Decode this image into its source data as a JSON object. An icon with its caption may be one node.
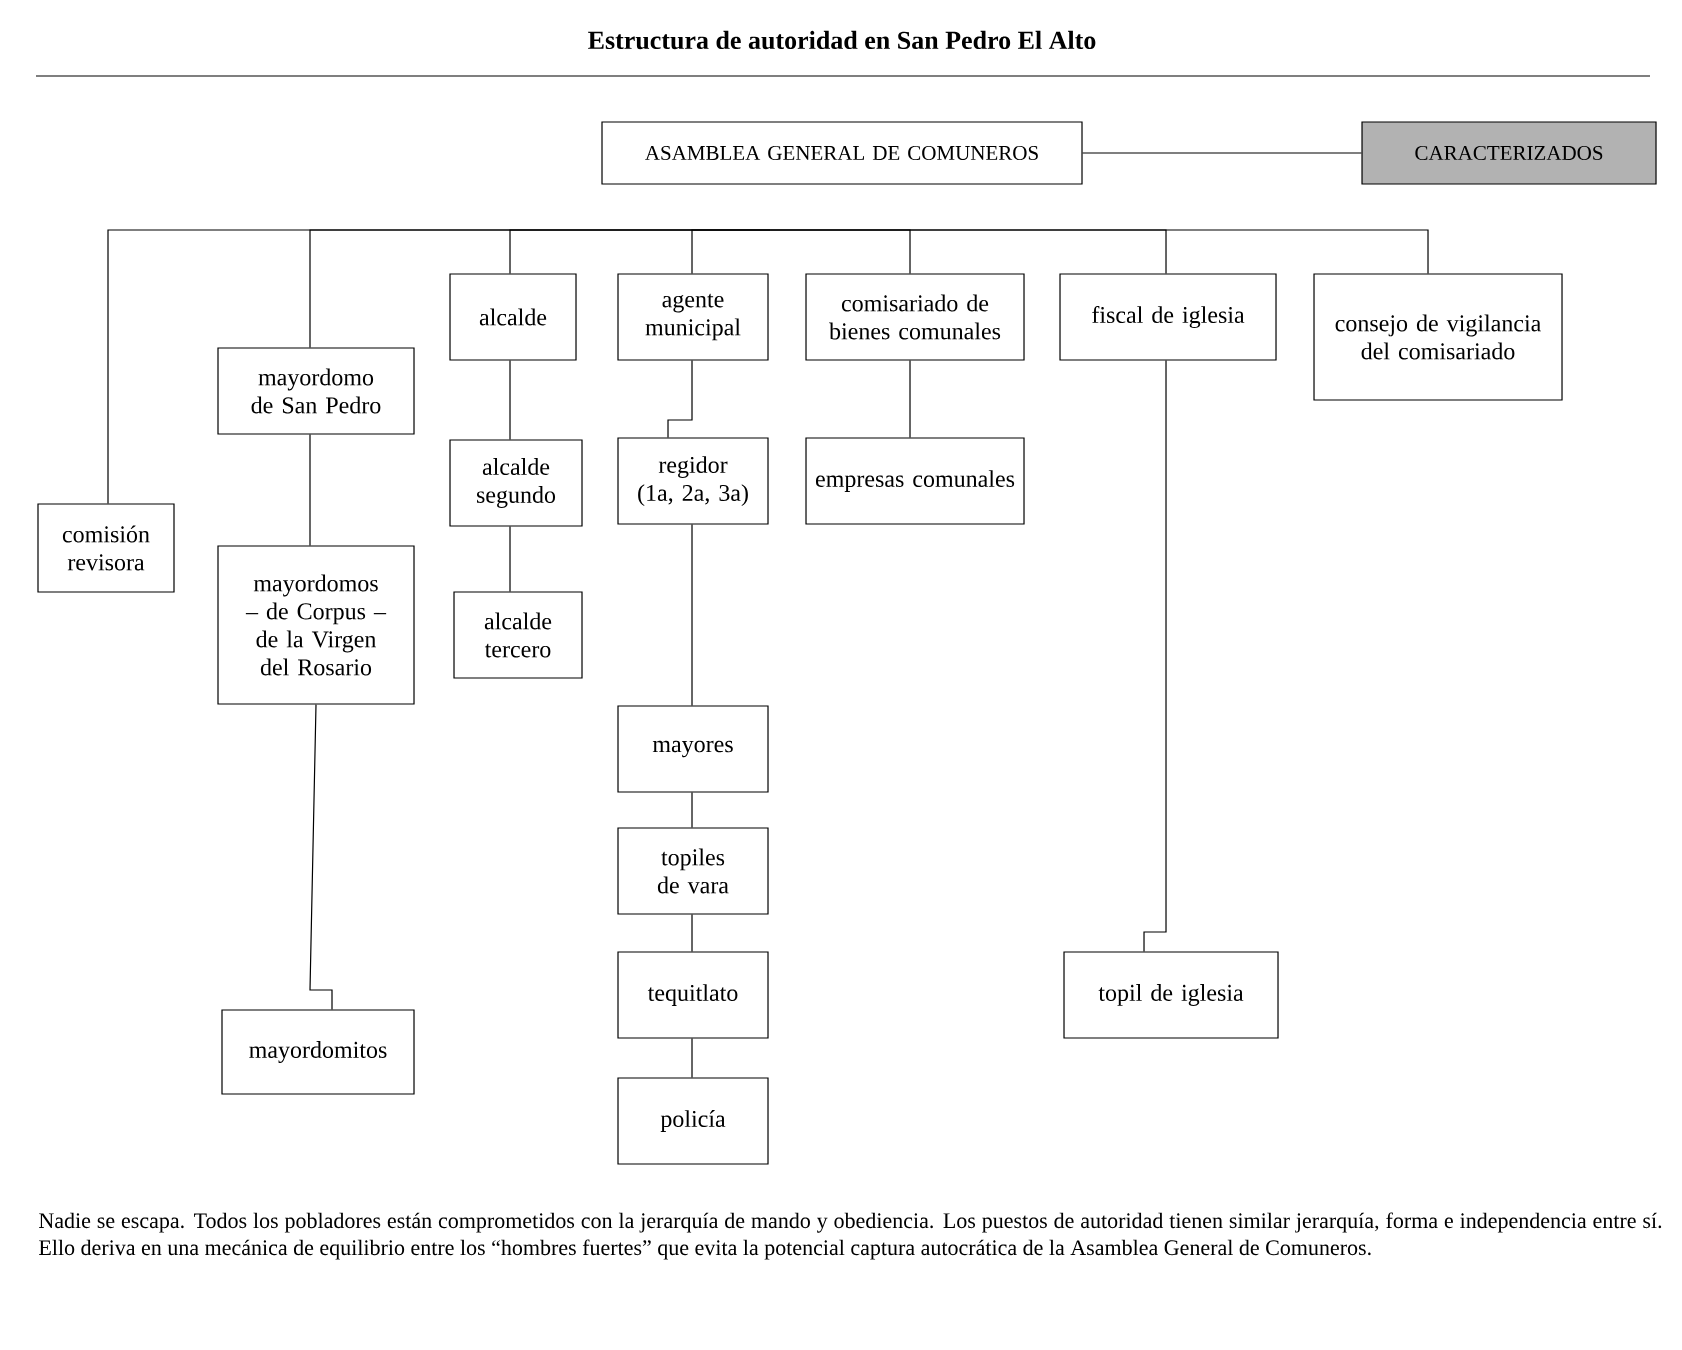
{
  "diagram": {
    "title": "Estructura de autoridad en San Pedro El Alto",
    "caption": "Nadie se escapa. Todos los pobladores están comprometidos con la jerarquía de mando y obediencia. Los puestos de autoridad tienen similar jerarquía, forma e independencia entre sí. Ello deriva en una mecánica de equilibrio entre los “hombres fuertes” que evita la potencial captura autocrática de la Asamblea General de Comuneros.",
    "nodes": [
      {
        "text": [
          "ASAMBLEA GENERAL DE COMUNEROS"
        ]
      },
      {
        "text": [
          "CARACTERIZADOS"
        ]
      },
      {
        "text": [
          "comisión revisora"
        ]
      },
      {
        "text": [
          "mayordomo de San Pedro"
        ]
      },
      {
        "text": [
          "mayordomos – de Corpus – de la Virgen del Rosario"
        ]
      },
      {
        "text": [
          "mayordomitos"
        ]
      },
      {
        "text": [
          "alcalde"
        ]
      },
      {
        "text": [
          "alcalde segundo"
        ]
      },
      {
        "text": [
          "alcalde tercero"
        ]
      },
      {
        "text": [
          "agente municipal"
        ]
      },
      {
        "text": [
          "regidor (1a, 2a, 3a)"
        ]
      },
      {
        "text": [
          "mayores"
        ]
      },
      {
        "text": [
          "topiles de vara"
        ]
      },
      {
        "text": [
          "tequitlato"
        ]
      },
      {
        "text": [
          "policía"
        ]
      },
      {
        "text": [
          "comisariado de bienes comunales"
        ]
      },
      {
        "text": [
          "empresas comunales"
        ]
      },
      {
        "text": [
          "fiscal de iglesia"
        ]
      },
      {
        "text": [
          "consejo de vigilancia del comisariado"
        ]
      },
      {
        "text": [
          "topil de iglesia"
        ]
      }
    ],
    "edges": [
      {
        "from": 0,
        "to": 1,
        "arrow": "none"
      },
      {
        "from": null,
        "to": 2,
        "arrow": "none"
      },
      {
        "from": null,
        "to": 3,
        "arrow": "none"
      },
      {
        "from": null,
        "to": 6,
        "arrow": "none"
      },
      {
        "from": null,
        "to": 9,
        "arrow": "none"
      },
      {
        "from": null,
        "to": 15,
        "arrow": "none"
      },
      {
        "from": null,
        "to": 17,
        "arrow": "none"
      },
      {
        "from": null,
        "to": 18,
        "arrow": "none"
      },
      {
        "from": 3,
        "to": 4,
        "arrow": "none"
      },
      {
        "from": 4,
        "to": 5,
        "arrow": "none"
      },
      {
        "from": 6,
        "to": 7,
        "arrow": "none"
      },
      {
        "from": 7,
        "to": 8,
        "arrow": "none"
      },
      {
        "from": 9,
        "to": 10,
        "arrow": "none"
      },
      {
        "from": 10,
        "to": 11,
        "arrow": "none"
      },
      {
        "from": 11,
        "to": 12,
        "arrow": "none"
      },
      {
        "from": 12,
        "to": 13,
        "arrow": "none"
      },
      {
        "from": 13,
        "to": 14,
        "arrow": "none"
      },
      {
        "from": 15,
        "to": 16,
        "arrow": "none"
      },
      {
        "from": 17,
        "to": 19,
        "arrow": "none"
      }
    ]
  }
}
